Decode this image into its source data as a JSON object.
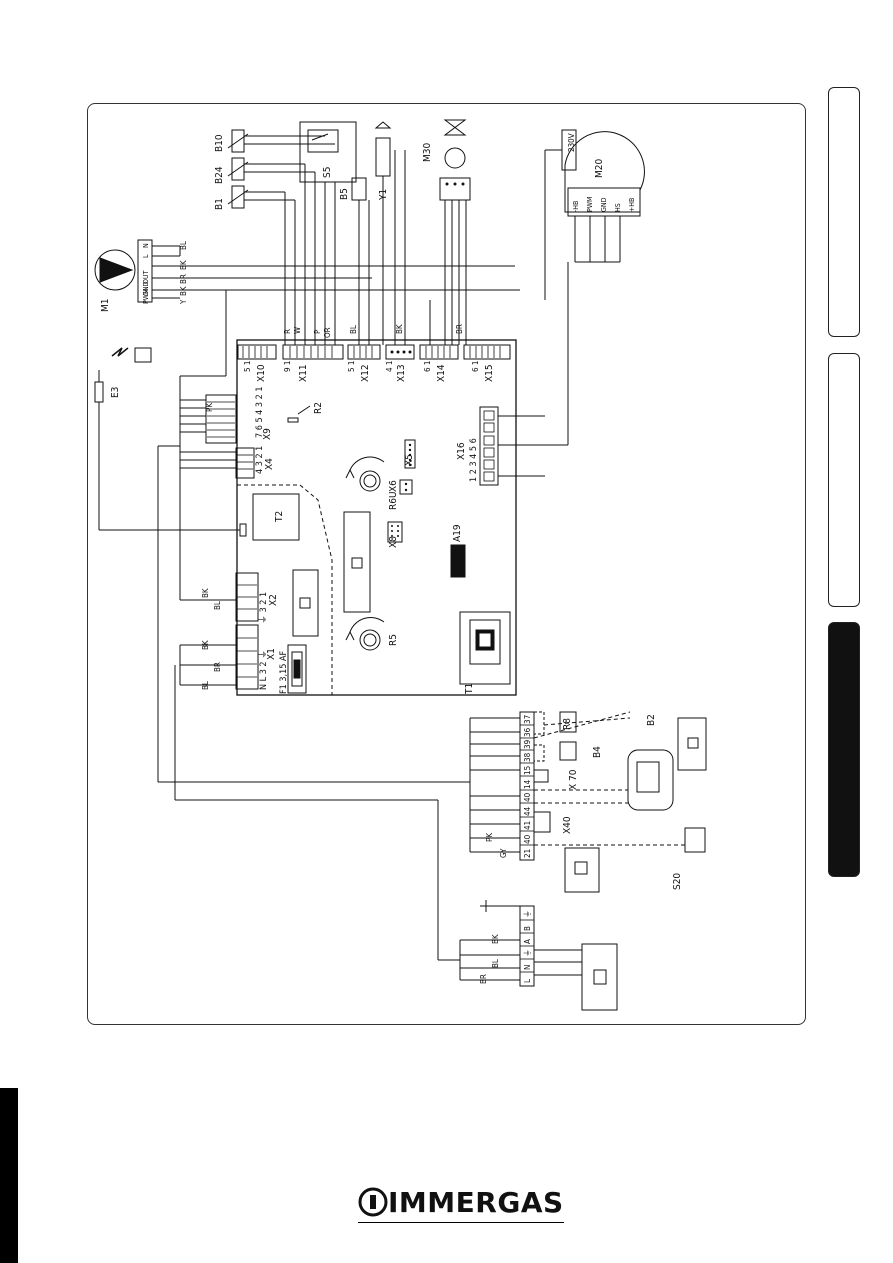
{
  "components": {
    "M1": "M1",
    "B1": "B1",
    "B24": "B24",
    "B10": "B10",
    "S5": "S5",
    "B5": "B5",
    "Y1": "Y1",
    "M30": "M30",
    "M20": "M20",
    "E3": "E3",
    "T2": "T2",
    "A19": "A19",
    "R2": "R2",
    "R6U": "R6U",
    "R5": "R5",
    "T1": "T1",
    "B2": "B2",
    "B4": "B4",
    "R8": "R8",
    "X70": "X 70",
    "X40": "X40",
    "S20": "S20",
    "V230": "230V"
  },
  "connectors": {
    "X10": "X10",
    "X11": "X11",
    "X12": "X12",
    "X13": "X13",
    "X14": "X14",
    "X15": "X15",
    "X9": "X9",
    "X4": "X4",
    "X16": "X16",
    "X5": "X5",
    "X6": "X6",
    "X8": "X8",
    "X1": "X1",
    "X2": "X2",
    "F1": "F1 3,15 AF"
  },
  "pump_pins": {
    "N": "N",
    "L": "L",
    "OUT": "OUT",
    "GND": "GND",
    "PWM": "PWM"
  },
  "fan_pins": {
    "p1": "-HB",
    "p2": "PWM",
    "p3": "GND",
    "p4": "HS",
    "p5": "+HB"
  },
  "pin_numbers": {
    "X9": "7 6 5 4 3 2 1",
    "X4": "4 3 2 1",
    "X16": "1 2 3 4 5 6",
    "X1": "N L 3 2 ⏚",
    "X2": "⏚ 3 2 1",
    "X10": "5 1",
    "X11": "9 1",
    "X12": "5 1",
    "X13": "4 1",
    "X14": "6 1",
    "X15": "6 1"
  },
  "terminals": [
    "37",
    "36",
    "39",
    "38",
    "15",
    "14",
    "40",
    "44",
    "41",
    "40",
    "21"
  ],
  "mains_terminals": [
    "L",
    "N",
    "⏚",
    "A",
    "B",
    "⏚"
  ],
  "wire_codes": {
    "BL": "BL",
    "BK": "BK",
    "BR": "BR",
    "OR": "OR",
    "W": "W",
    "R": "R",
    "Y": "Y",
    "P": "P",
    "PK": "PK",
    "GY": "GY"
  },
  "brand": "IMMERGAS"
}
